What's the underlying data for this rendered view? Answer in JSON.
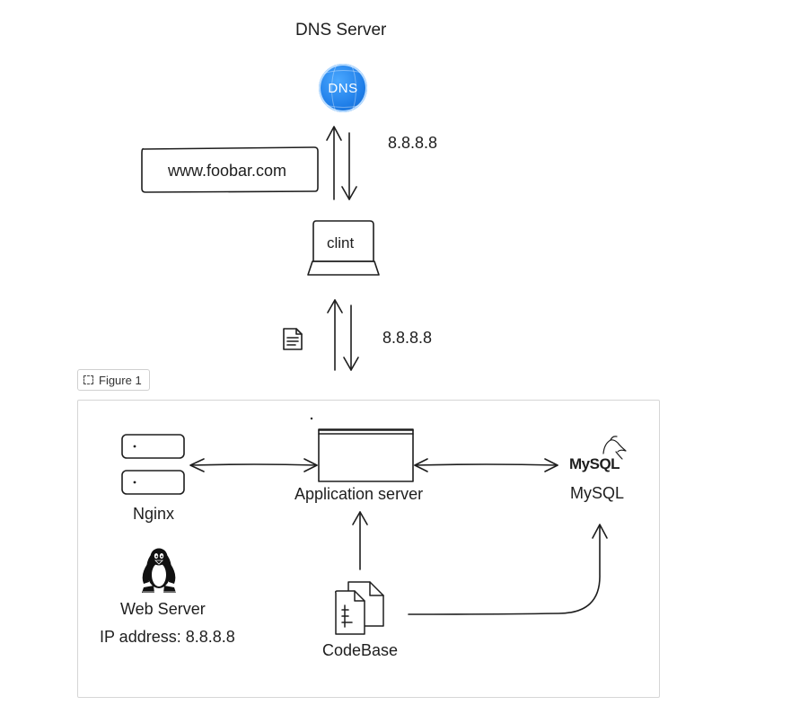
{
  "dns_server": {
    "title": "DNS Server",
    "badge": "DNS",
    "badge_color": "#1f7ee8"
  },
  "domain_box": {
    "label": "www.foobar.com"
  },
  "client": {
    "label": "clint"
  },
  "ip_labels": {
    "dns_reply": "8.8.8.8",
    "server_request": "8.8.8.8"
  },
  "frame": {
    "label": "Figure 1"
  },
  "nginx": {
    "label": "Nginx"
  },
  "app_server": {
    "label": "Application server"
  },
  "mysql": {
    "logo_text": "MySQL",
    "label": "MySQL"
  },
  "web_server": {
    "label": "Web Server",
    "ip": "IP address: 8.8.8.8"
  },
  "codebase": {
    "label": "CodeBase"
  },
  "icons": [
    "globe-icon",
    "laptop-icon",
    "document-icon",
    "server-rack-icon",
    "browser-window-icon",
    "mysql-dolphin-icon",
    "linux-tux-icon",
    "files-icon"
  ]
}
